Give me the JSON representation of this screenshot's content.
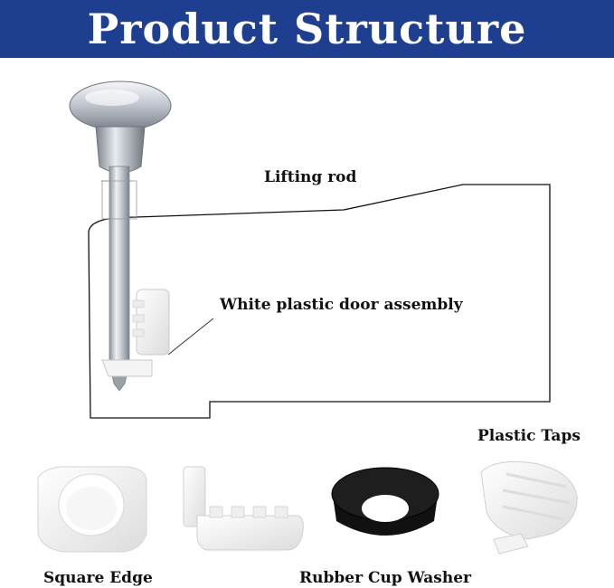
{
  "title": "Product Structure",
  "colors": {
    "banner": "#1e3f8f",
    "banner_text": "#ffffff",
    "outline": "#111111",
    "chrome": "#b9bec6",
    "plastic": "#f2f2f2",
    "washer": "#1a1a1a"
  },
  "callouts": {
    "lifting_rod": "Lifting rod",
    "door_assembly": "White plastic door assembly"
  },
  "parts": {
    "square_edge": "Square Edge",
    "rubber_cup_washer": "Rubber Cup Washer",
    "plastic_taps": "Plastic Taps"
  }
}
